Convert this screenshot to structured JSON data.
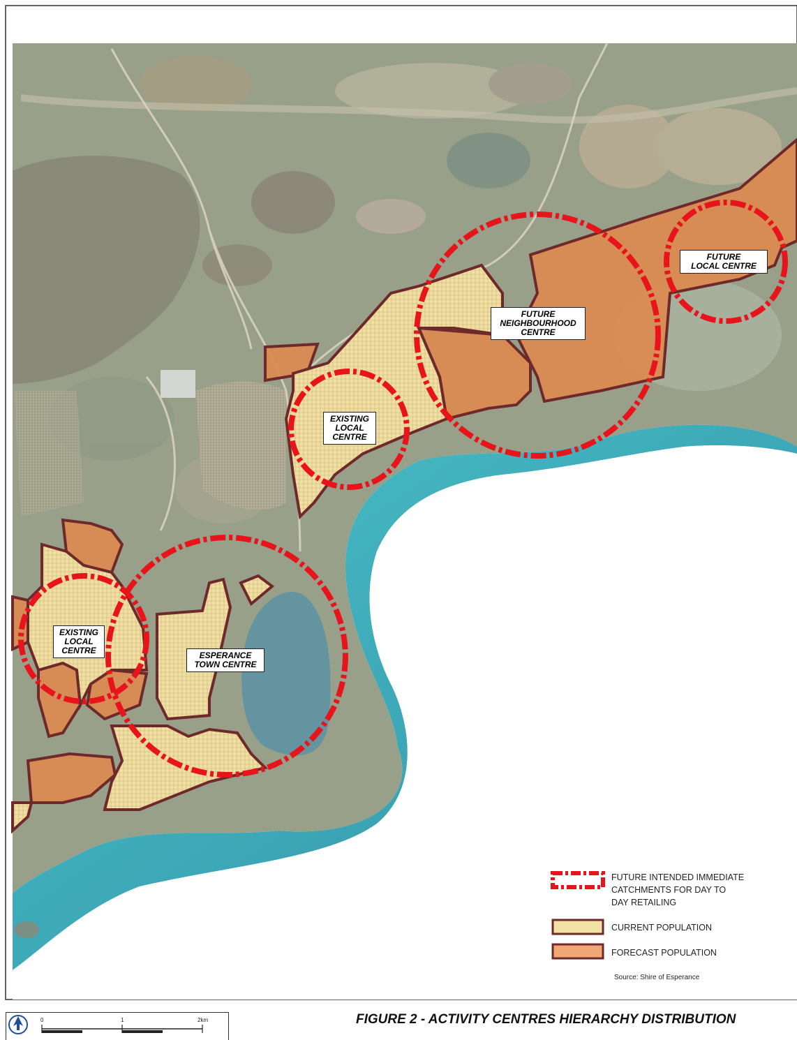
{
  "map": {
    "labels": {
      "future_local_centre": "FUTURE\nLOCAL CENTRE",
      "future_neighbourhood_centre": "FUTURE\nNEIGHBOURHOOD\nCENTRE",
      "existing_local_centre_north": "EXISTING\nLOCAL\nCENTRE",
      "existing_local_centre_west": "EXISTING\nLOCAL\nCENTRE",
      "esperance_town_centre": "ESPERANCE\nTOWN CENTRE"
    },
    "colors": {
      "catchment_ring": "#e8141c",
      "current_population": "#f3e2a6",
      "forecast_population": "#dd8a4e",
      "boundary": "#6e2a2a",
      "ocean": "#3aa7b5",
      "land": "#9aa08a"
    }
  },
  "legend": {
    "catchment_label": "FUTURE INTENDED IMMEDIATE\nCATCHMENTS FOR DAY TO\nDAY RETAILING",
    "current_label": "CURRENT POPULATION",
    "forecast_label": "FORECAST POPULATION",
    "source": "Source: Shire of Esperance"
  },
  "scale": {
    "zero": "0",
    "one": "1",
    "two": "2km"
  },
  "north_icon": "north-arrow-icon",
  "figure_title": "FIGURE  2 - ACTIVITY CENTRES HIERARCHY DISTRIBUTION"
}
